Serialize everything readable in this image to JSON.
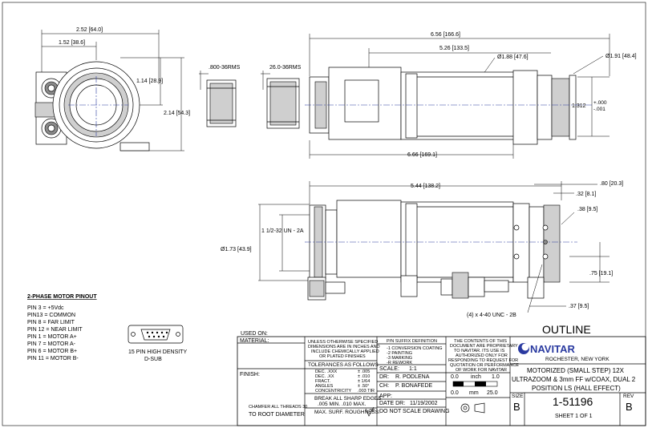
{
  "front_view": {
    "dim_width": "2.52 [64.0]",
    "dim_half_width": "1.52 [38.6]",
    "dim_half_height": "1.14 [28.9]",
    "dim_height": "2.14 [54.3]"
  },
  "adapters": {
    "thread1": ".800-36RMS",
    "thread2": "26.0-36RMS"
  },
  "top_view": {
    "dim_overall": "6.56 [166.6]",
    "dim_mid": "5.26 [133.5]",
    "dim_dia_body": "Ø1.88 [47.6]",
    "dim_dia_front": "Ø1.91 [48.4]",
    "tol_nominal": "1.312",
    "tol_plus": "+.000",
    "tol_minus": "-.001",
    "dim_bottom": "6.66 [169.1]"
  },
  "side_view": {
    "dim_length": "5.44 [138.2]",
    "dim_80": ".80 [20.3]",
    "dim_32": ".32 [8.1]",
    "dim_38": ".38 [9.5]",
    "dim_thread": "1 1/2-32 UN - 2A",
    "dim_dia": "Ø1.73 [43.9]",
    "dim_75": ".75 [19.1]",
    "dim_37": ".37 [9.5]",
    "dim_holes": "(4) x 4-40 UNC - 2B"
  },
  "pinout": {
    "title": "2-PHASE MOTOR PINOUT",
    "pins": [
      "PIN 3 =  +5Vdc",
      "PIN13 =  COMMON",
      "PIN 8 =   FAR LIMIT",
      "PIN 12 = NEAR LIMIT",
      "PIN 1 =   MOTOR A+",
      "PIN 7 =   MOTOR A-",
      "PIN 6 =   MOTOR B+",
      "PIN 11 = MOTOR B-"
    ]
  },
  "connector": {
    "line1": "15 PIN HIGH DENSITY",
    "line2": "D-SUB"
  },
  "outline_label": "OUTLINE",
  "title_block": {
    "used_on": "USED ON:",
    "material": "MATERIAL:",
    "finish": "FINISH:",
    "dims_note": [
      "UNLESS OTHERWISE SPECIFIED",
      "DIMENSIONS ARE IN INCHES AND",
      "INCLUDE CHEMICALLY APPLIED",
      "OR PLATED FINISHES"
    ],
    "tol_title": "TOLERANCES AS FOLLOWS",
    "tol_rows": [
      [
        "DEC.   .XXX",
        "± .005"
      ],
      [
        "DEC.   .XX",
        "± .010"
      ],
      [
        "FRACT.",
        "± 1/64"
      ],
      [
        "ANGLES",
        "± .50°"
      ],
      [
        "CONCENTRICITY",
        ".003 TIR"
      ]
    ],
    "edges": [
      "BREAK ALL SHARP EDGES",
      ".005 MIN.  .010 MAX."
    ],
    "roughness": "MAX. SURF. ROUGHNESS:",
    "roughness_val": "32",
    "chamfer": [
      "CHAMFER ALL THREADS 30",
      "TO ROOT DIAMETER"
    ],
    "suffix_title": "P/N SUFFIX DEFINITION",
    "suffix_items": [
      "-1  CONVERSION COATING",
      "-2  PAINTING",
      "-3  MARKING",
      "-R  REWORK"
    ],
    "scale_label": "SCALE:",
    "scale_val": "1:1",
    "dr_label": "DR:",
    "dr_val": "R. PODLENA",
    "ch_label": "CH:",
    "ch_val": "P. BONAFEDE",
    "app_label": "APP:",
    "date_label": "DATE DR:",
    "date_val": "11/19/2002",
    "no_scale": "DO NOT SCALE DRAWING",
    "proprietary": [
      "THE CONTENTS OF THIS",
      "DOCUMENT ARE PROPRIETARY",
      "TO NAVITAR. ITS USE IS",
      "AUTHORIZED ONLY FOR",
      "RESPONDING TO REQUEST FOR",
      "QUOTATION OR PERFORMANCE",
      "OF WORK FOR NAVITAR"
    ],
    "scale_inch": [
      "0.0",
      "inch",
      "1.0"
    ],
    "scale_mm": [
      "0.0",
      "mm",
      "25.0"
    ],
    "company_logo": "NAVITAR",
    "company_city": "ROCHESTER, NEW YORK",
    "description": [
      "MOTORIZED (SMALL STEP) 12X",
      "ULTRAZOOM & 3mm FF w/COAX, DUAL 2",
      "POSITION LS (HALL EFFECT)"
    ],
    "size_label": "SIZE",
    "size_val": "B",
    "part_number": "1-51196",
    "sheet": "SHEET  1  OF  1",
    "rev_label": "REV",
    "rev_val": "B"
  }
}
